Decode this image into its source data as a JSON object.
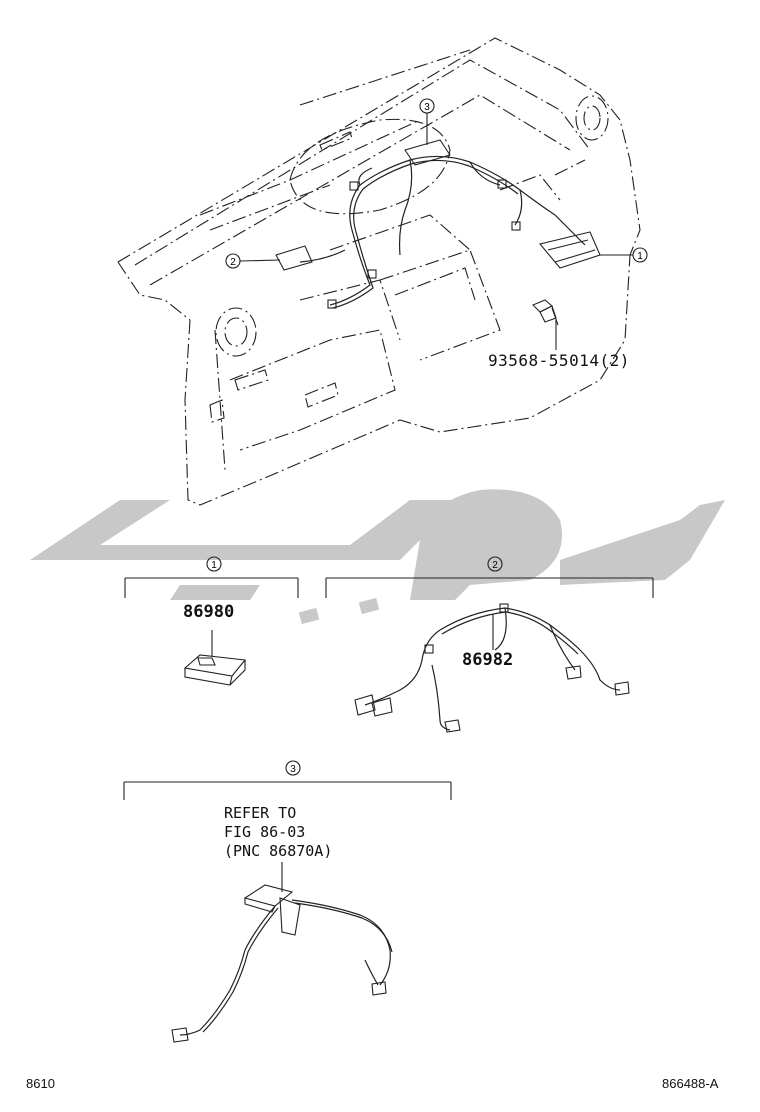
{
  "callouts": {
    "one": "1",
    "two": "2",
    "three": "3"
  },
  "parts": {
    "bolt": "93568-55014(2)",
    "module": "86980",
    "harness": "86982"
  },
  "reference": {
    "line1": "REFER TO",
    "line2": "FIG 86-03",
    "line3": "(PNC 86870A)"
  },
  "watermark": {
    "text": "ماشین",
    "color": "#c8c8c8"
  },
  "footer": {
    "page_code": "8610",
    "figure_id": "866488-A"
  }
}
